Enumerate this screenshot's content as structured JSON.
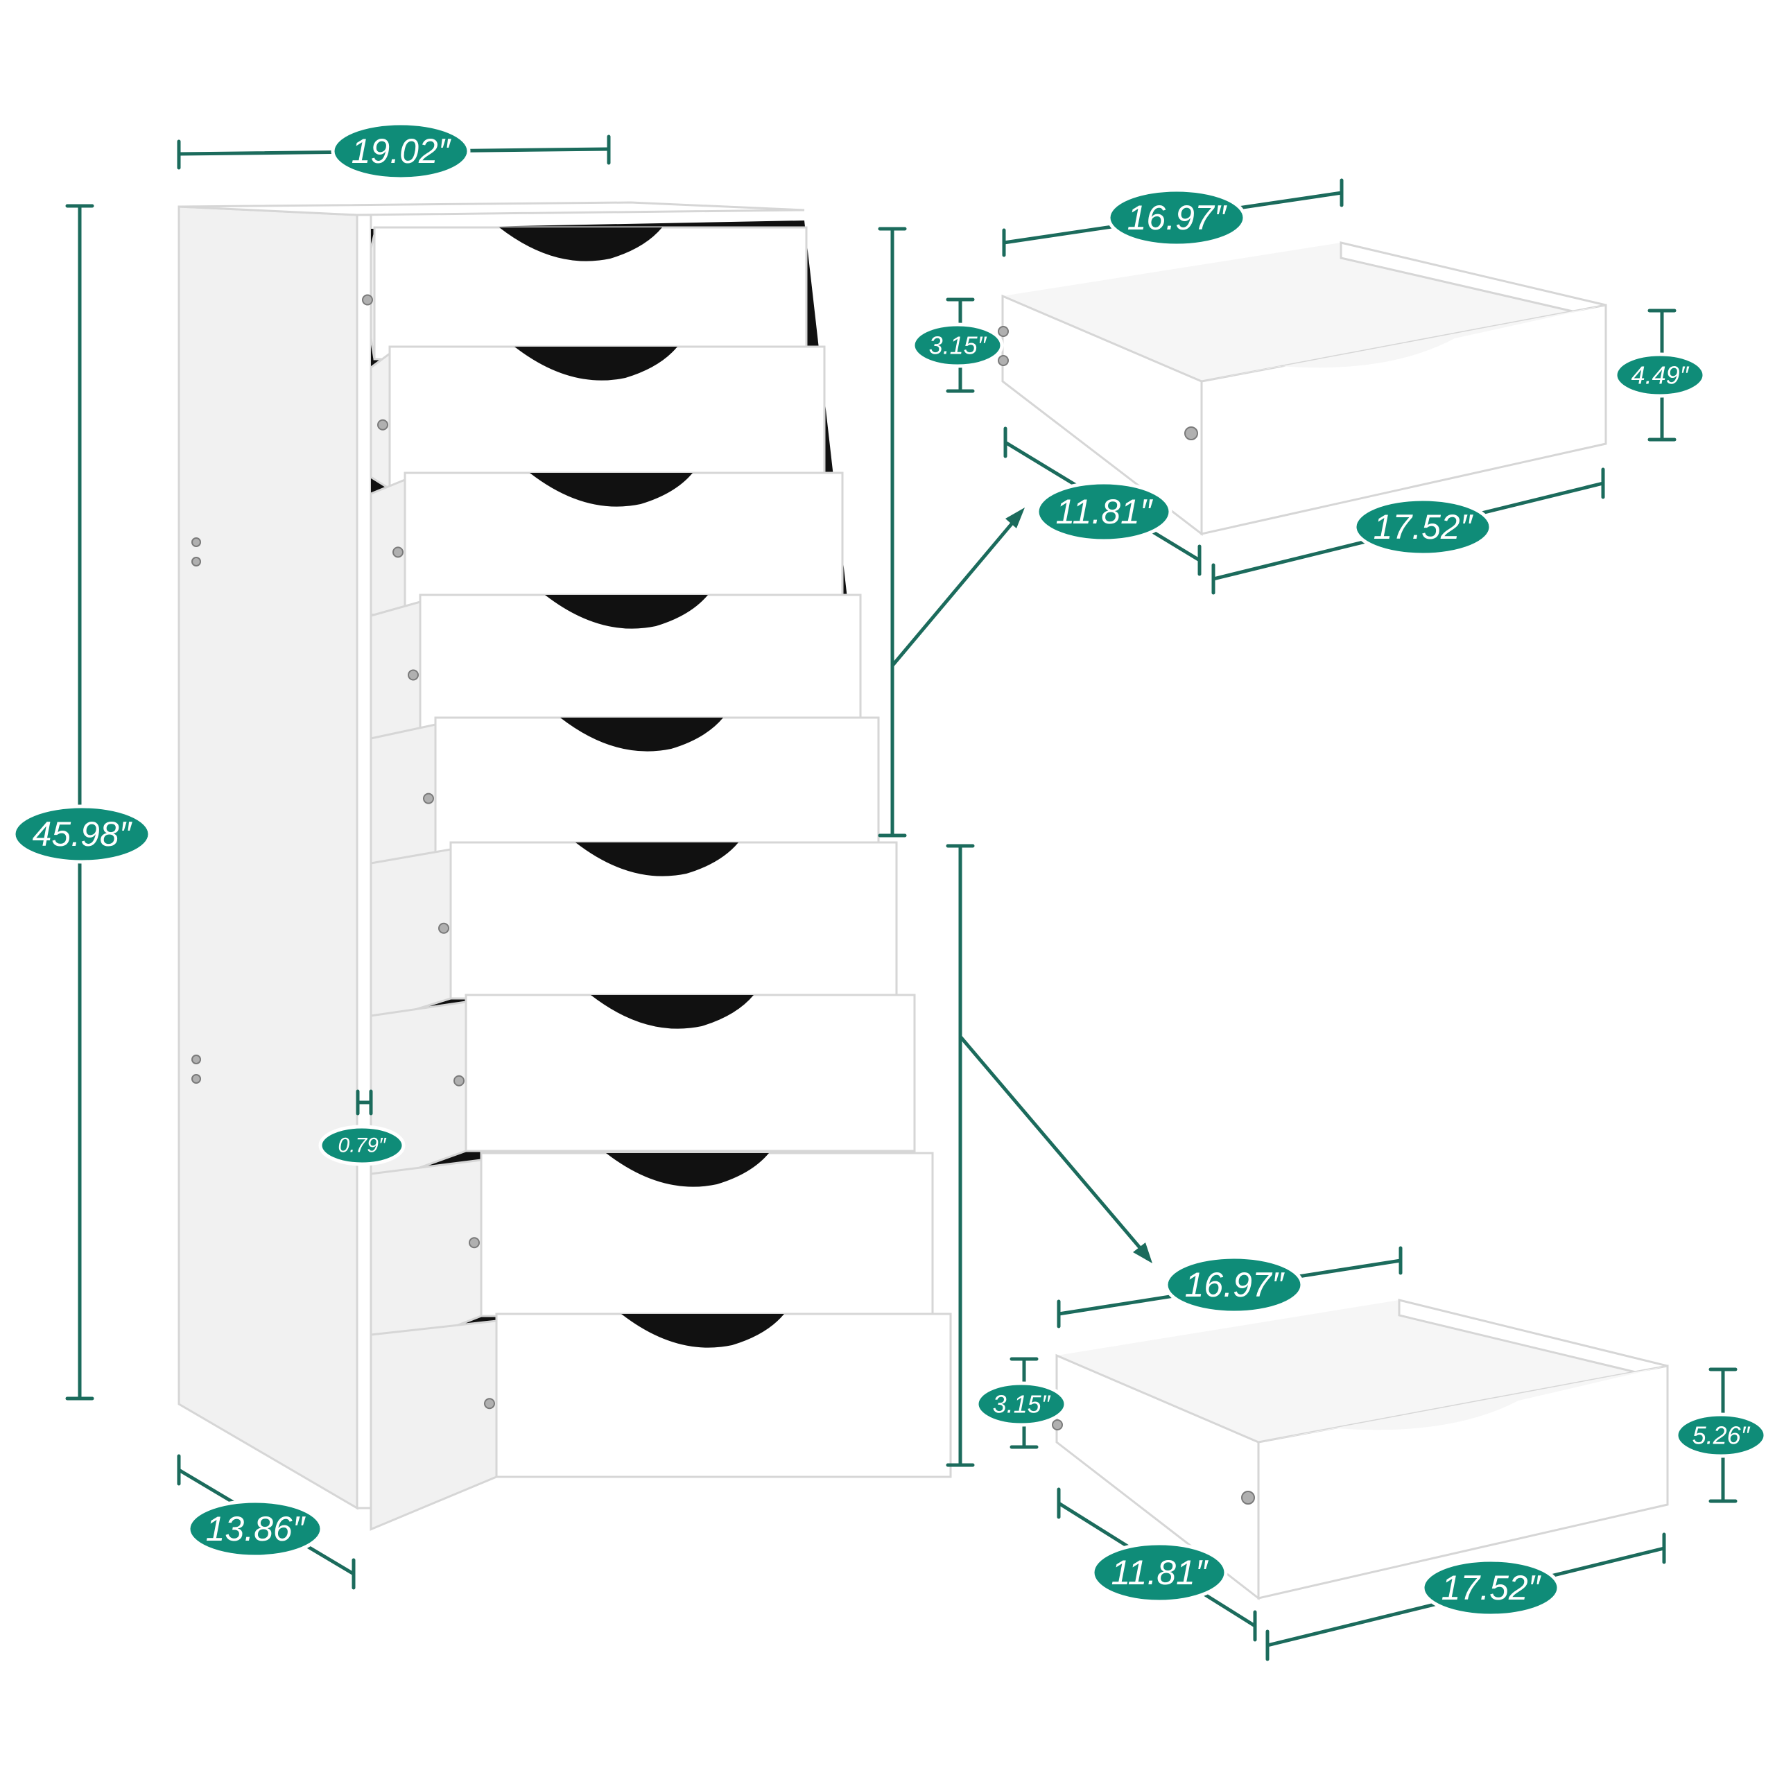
{
  "cabinet": {
    "width_label": "19.02″",
    "height_label": "45.98″",
    "depth_label": "13.86″",
    "panel_thickness_label": "0.79″",
    "drawer_count": 9
  },
  "small_drawer": {
    "width_label": "16.97″",
    "side_height_label": "3.15″",
    "front_height_label": "4.49″",
    "depth_label": "11.81″",
    "front_width_label": "17.52″"
  },
  "large_drawer": {
    "width_label": "16.97″",
    "side_height_label": "3.15″",
    "front_height_label": "5.26″",
    "depth_label": "11.81″",
    "front_width_label": "17.52″"
  },
  "colors": {
    "pill": "#0f8c78",
    "dimension_line": "#1b6b5c",
    "cabinet": "#ffffff"
  }
}
